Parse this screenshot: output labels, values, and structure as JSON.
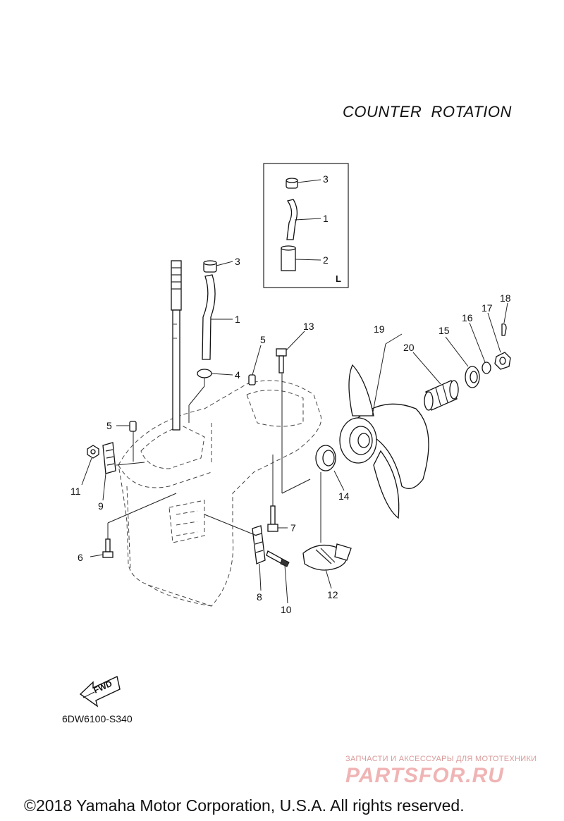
{
  "diagram": {
    "title": "COUNTER  ROTATION",
    "inset_label": "L",
    "diagram_code": "6DW6100-S340",
    "fwd_label": "FWD",
    "copyright": "©2018 Yamaha Motor Corporation, U.S.A. All rights reserved.",
    "watermark": {
      "tagline": "ЗАПЧАСТИ И АКСЕССУАРЫ ДЛЯ МОТОТЕХНИКИ",
      "logo": "PARTSFOR.RU"
    },
    "callouts": [
      "1",
      "2",
      "3",
      "4",
      "5",
      "6",
      "7",
      "8",
      "9",
      "10",
      "11",
      "12",
      "13",
      "14",
      "15",
      "16",
      "17",
      "18",
      "19",
      "20"
    ]
  }
}
